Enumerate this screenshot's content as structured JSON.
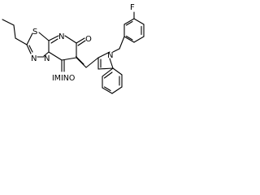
{
  "molecule": {
    "atom_labels": {
      "fluorine": "F",
      "indole_nitrogen": "N",
      "carbonyl_oxygen": "O",
      "ring_nitrogen_upper": "N",
      "thiadiazole_sulfur": "S",
      "thiadiazole_nitrogen_left": "N",
      "thiadiazole_nitrogen_right": "N",
      "imino_group": "IMINO"
    }
  }
}
